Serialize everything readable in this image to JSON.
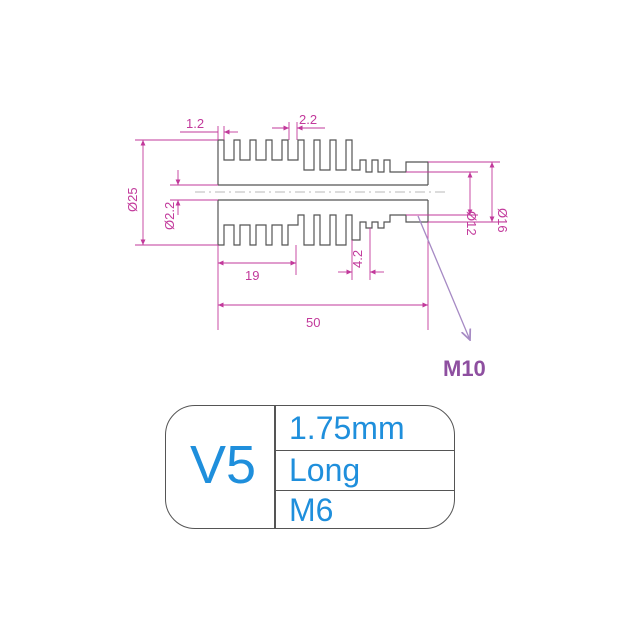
{
  "drawing": {
    "dimensions": {
      "fin_thickness": "1.2",
      "fin_gap": "2.2",
      "body_diameter": "Ø25",
      "bore_diameter": "Ø2.2",
      "heatsink_length": "19",
      "groove_width": "4.2",
      "total_length": "50",
      "neck_diameter": "Ø12",
      "top_diameter": "Ø16"
    },
    "thread_callout": "M10",
    "colors": {
      "dimension": "#c2399b",
      "part_outline": "#555555",
      "callout": "#8e4fa0"
    }
  },
  "spec_box": {
    "version": "V5",
    "rows": [
      "1.75mm",
      "Long",
      "M6"
    ],
    "text_color": "#1f8fdc"
  }
}
